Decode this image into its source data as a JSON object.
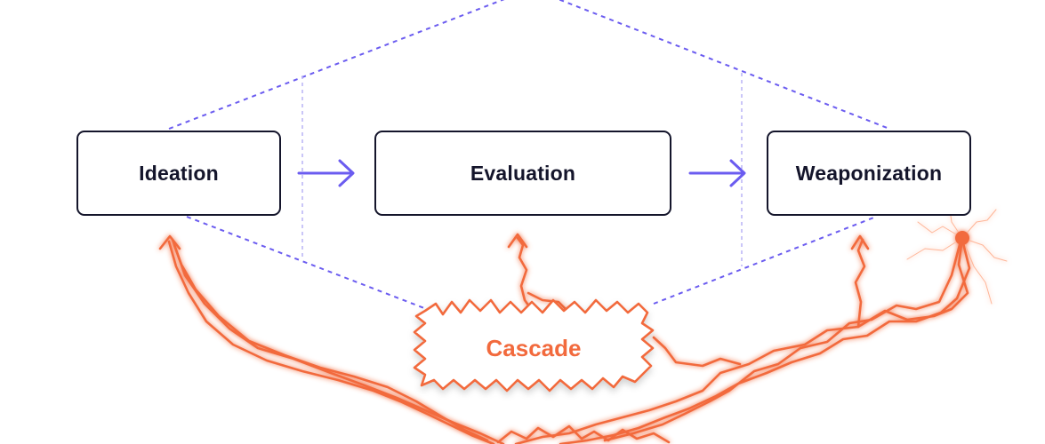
{
  "diagram": {
    "stages": [
      {
        "label": "Ideation"
      },
      {
        "label": "Evaluation"
      },
      {
        "label": "Weaponization"
      }
    ],
    "cascade_label": "Cascade"
  },
  "colors": {
    "box_border": "#14152b",
    "arrow": "#6b5cf0",
    "dashed_outline": "#6b5cf0",
    "divider": "#b9b3f5",
    "cascade": "#f26a3d",
    "cascade_glow": "#ffb597"
  }
}
